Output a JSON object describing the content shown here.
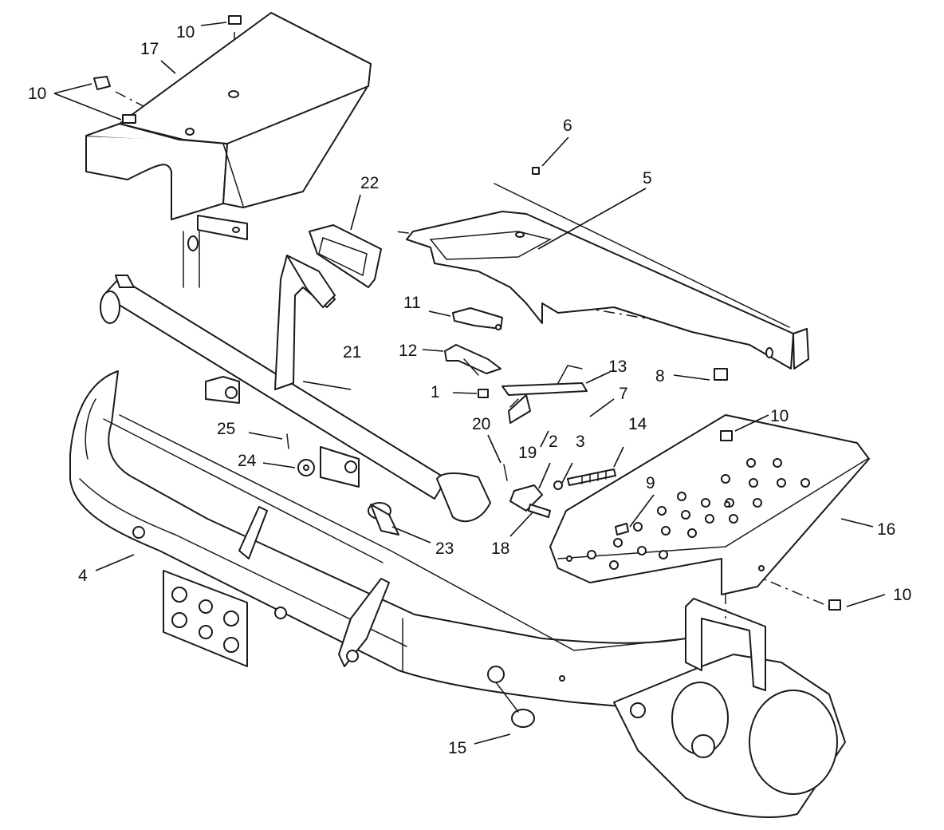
{
  "callouts": [
    {
      "id": "c1",
      "text": "1"
    },
    {
      "id": "c2",
      "text": "2"
    },
    {
      "id": "c3",
      "text": "3"
    },
    {
      "id": "c4",
      "text": "4"
    },
    {
      "id": "c5",
      "text": "5"
    },
    {
      "id": "c6",
      "text": "6"
    },
    {
      "id": "c7",
      "text": "7"
    },
    {
      "id": "c8",
      "text": "8"
    },
    {
      "id": "c9",
      "text": "9"
    },
    {
      "id": "c10a",
      "text": "10"
    },
    {
      "id": "c10b",
      "text": "10"
    },
    {
      "id": "c10c",
      "text": "10"
    },
    {
      "id": "c10d",
      "text": "10"
    },
    {
      "id": "c11",
      "text": "11"
    },
    {
      "id": "c12",
      "text": "12"
    },
    {
      "id": "c13",
      "text": "13"
    },
    {
      "id": "c14",
      "text": "14"
    },
    {
      "id": "c15",
      "text": "15"
    },
    {
      "id": "c16",
      "text": "16"
    },
    {
      "id": "c17",
      "text": "17"
    },
    {
      "id": "c18",
      "text": "18"
    },
    {
      "id": "c19",
      "text": "19"
    },
    {
      "id": "c20",
      "text": "20"
    },
    {
      "id": "c21",
      "text": "21"
    },
    {
      "id": "c22",
      "text": "22"
    },
    {
      "id": "c23",
      "text": "23"
    },
    {
      "id": "c24",
      "text": "24"
    },
    {
      "id": "c25",
      "text": "25"
    }
  ]
}
